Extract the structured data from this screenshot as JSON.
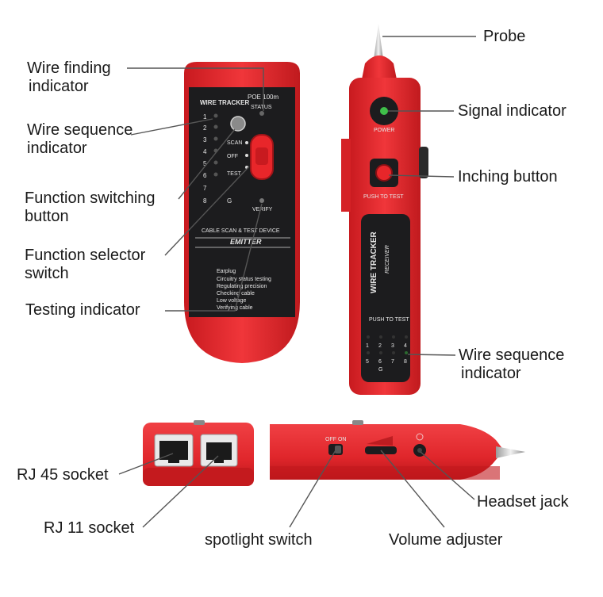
{
  "labels": {
    "wire_finding_1": "Wire finding",
    "wire_finding_2": "indicator",
    "wire_sequence_1": "Wire sequence",
    "wire_sequence_2": "indicator",
    "function_switching_1": "Function switching",
    "function_switching_2": "button",
    "function_selector_1": "Function selector",
    "function_selector_2": "switch",
    "testing_indicator": "Testing indicator",
    "probe": "Probe",
    "signal_indicator": "Signal indicator",
    "inching_button": "Inching button",
    "receiver_wire_sequence_1": "Wire sequence",
    "receiver_wire_sequence_2": "indicator",
    "rj45_socket": "RJ 45 socket",
    "rj11_socket": "RJ 11 socket",
    "spotlight_switch": "spotlight switch",
    "volume_adjuster": "Volume adjuster",
    "headset_jack": "Headset jack"
  },
  "emitter": {
    "brand": "WIRE TRACKER",
    "poe": "POE 100m",
    "status": "STATUS",
    "numbers": [
      "1",
      "2",
      "3",
      "4",
      "5",
      "6",
      "7",
      "8"
    ],
    "ground": "G",
    "scan": "SCAN",
    "off": "OFF",
    "test": "TEST",
    "verify": "VERIFY",
    "device_title": "CABLE SCAN & TEST DEVICE",
    "model": "EMITTER",
    "features": [
      "Earplug",
      "Circuitry status testing",
      "Regulating precision",
      "Checking cable",
      "Low voltage",
      "Verifying cable"
    ]
  },
  "receiver": {
    "power": "POWER",
    "push_to_test_button": "PUSH TO TEST",
    "brand": "WIRE TRACKER",
    "model": "RECEIVER",
    "push_to_test_panel": "PUSH TO TEST",
    "numbers_top": [
      "1",
      "2",
      "3",
      "4"
    ],
    "numbers_bottom": [
      "5",
      "6",
      "7",
      "8"
    ],
    "ground": "G",
    "off_on": "OFF  ON"
  },
  "colors": {
    "body_red": "#e8262a",
    "dark_red": "#b5161b",
    "panel_black": "#1c1c1e",
    "leader_grey": "#555555",
    "led_green": "#3fbf4a"
  }
}
